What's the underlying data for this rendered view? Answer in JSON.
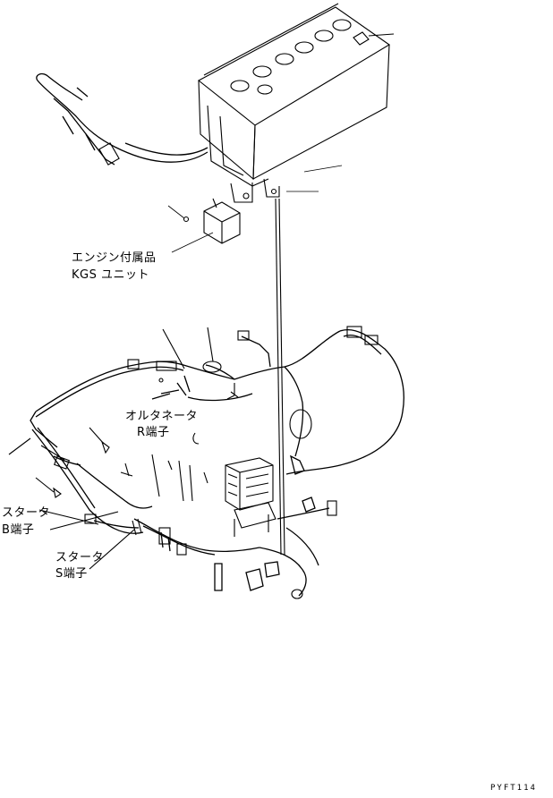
{
  "labels": {
    "engine_attachment": "エンジン付属品",
    "kgs_unit": "KGS ユニット",
    "alternator": "オルタネータ",
    "r_terminal": "R端子",
    "starter_b": "スタータ",
    "b_terminal": "B端子",
    "starter_s": "スタータ",
    "s_terminal": "S端子"
  },
  "drawing_code": "PYFT114"
}
